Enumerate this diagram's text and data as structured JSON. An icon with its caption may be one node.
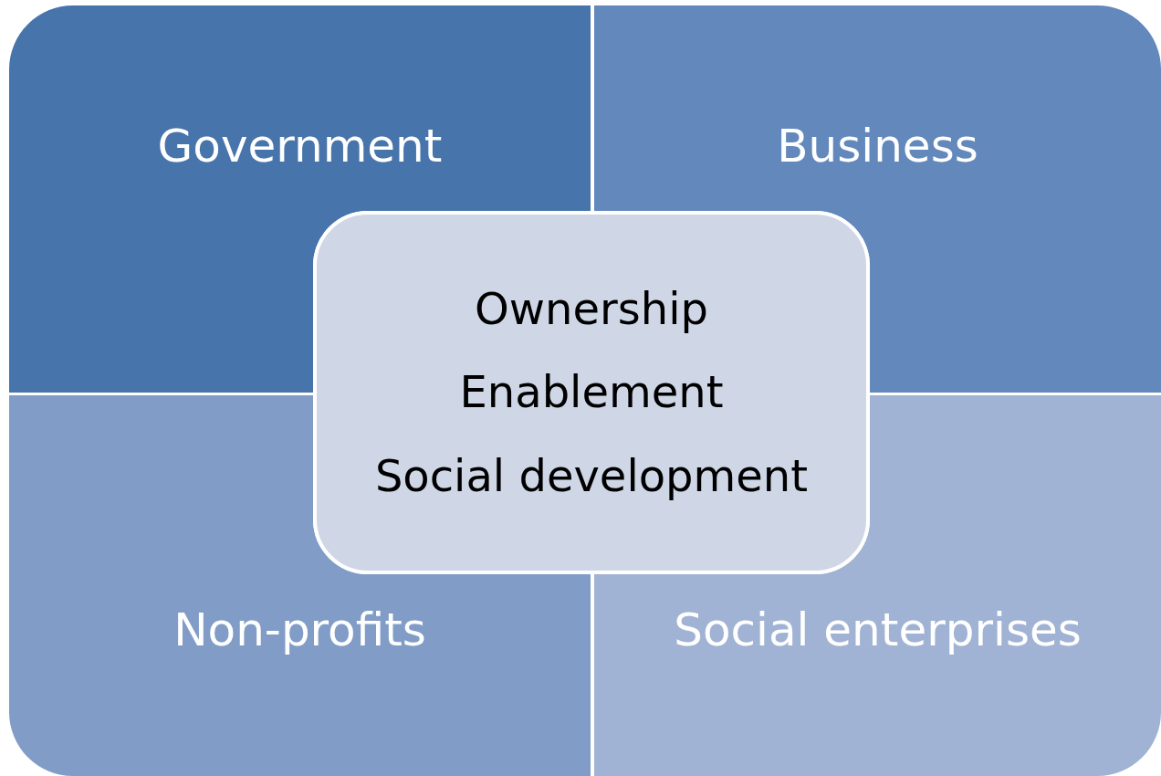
{
  "diagram": {
    "nodes": [
      {
        "text": [
          "Government"
        ]
      },
      {
        "text": [
          "Business"
        ]
      },
      {
        "text": [
          "Non-profits"
        ]
      },
      {
        "text": [
          "Social enterprises"
        ]
      },
      {
        "text": [
          "Ownership",
          "Enablement",
          "Social development"
        ]
      }
    ]
  }
}
